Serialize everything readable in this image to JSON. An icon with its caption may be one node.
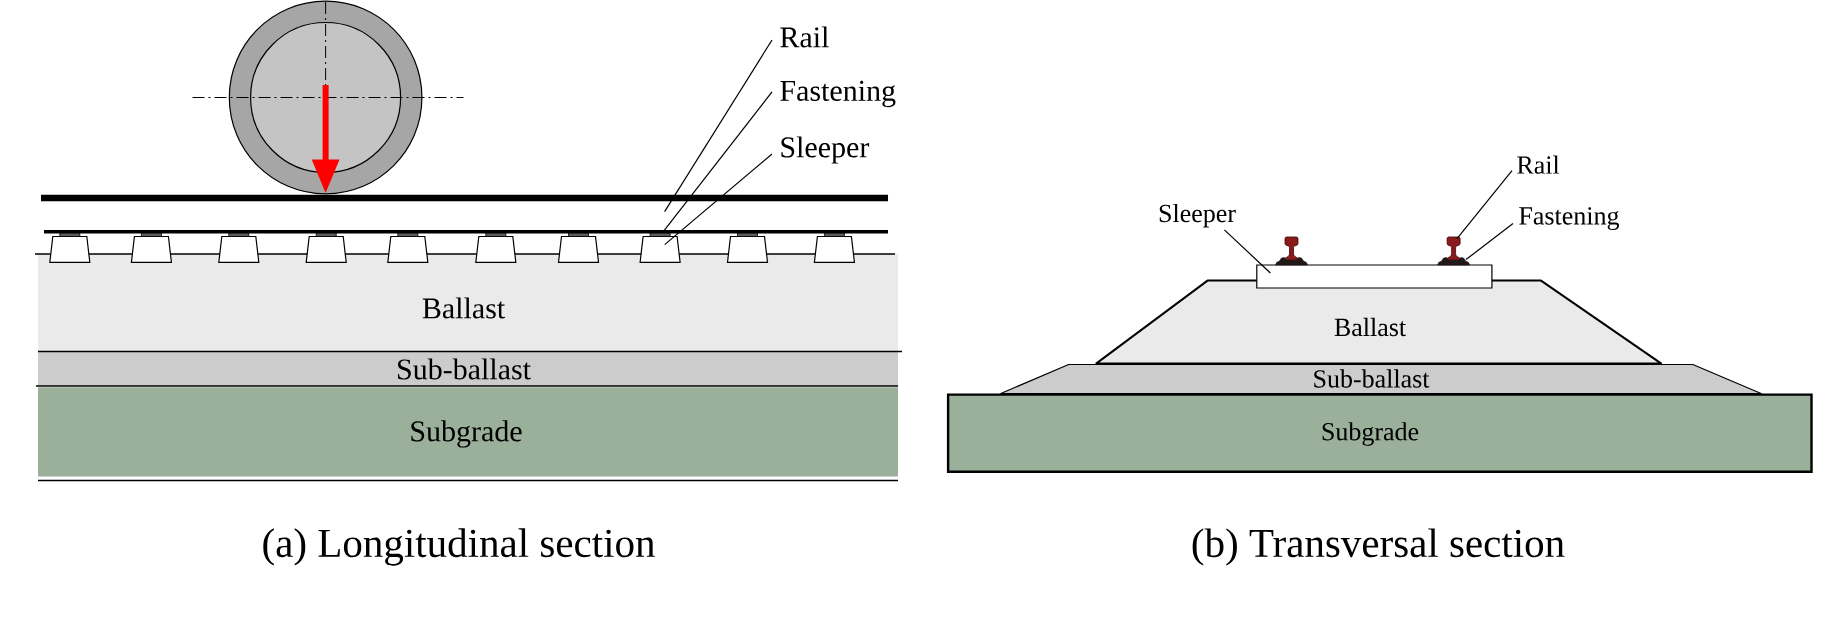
{
  "diagram": {
    "nodes": [
      {
        "text": [
          "Rail"
        ]
      },
      {
        "text": [
          "Fastening"
        ]
      },
      {
        "text": [
          "Sleeper"
        ]
      },
      {
        "text": [],
        "shape": "bar"
      },
      {
        "text": [],
        "shape": "box"
      },
      {
        "text": [],
        "shape": "trapezoid"
      },
      {
        "text": [
          "Ballast"
        ]
      },
      {
        "text": [
          "Sub-ballast"
        ]
      },
      {
        "text": [
          "Subgrade"
        ]
      },
      {
        "text": [
          "Rail"
        ]
      },
      {
        "text": [
          "Sleeper"
        ]
      },
      {
        "text": [
          "Fastening"
        ]
      },
      {
        "text": [],
        "shape": "picture"
      },
      {
        "text": [],
        "shape": "picture"
      },
      {
        "text": [],
        "shape": "box"
      },
      {
        "text": [
          "Ballast"
        ]
      },
      {
        "text": [
          "Sub-ballast"
        ]
      },
      {
        "text": [
          "Subgrade"
        ]
      }
    ],
    "edges": [
      {
        "from": 0,
        "to": 3,
        "arrow": "none"
      },
      {
        "from": 1,
        "to": 4,
        "arrow": "none"
      },
      {
        "from": 2,
        "to": 5,
        "arrow": "none"
      },
      {
        "from": 9,
        "to": 12,
        "arrow": "none"
      },
      {
        "from": 10,
        "to": 14,
        "arrow": "none"
      },
      {
        "from": 11,
        "to": 13,
        "arrow": "none"
      }
    ],
    "labels": [
      "(a) Longitudinal section",
      "(b) Transversal section"
    ]
  }
}
